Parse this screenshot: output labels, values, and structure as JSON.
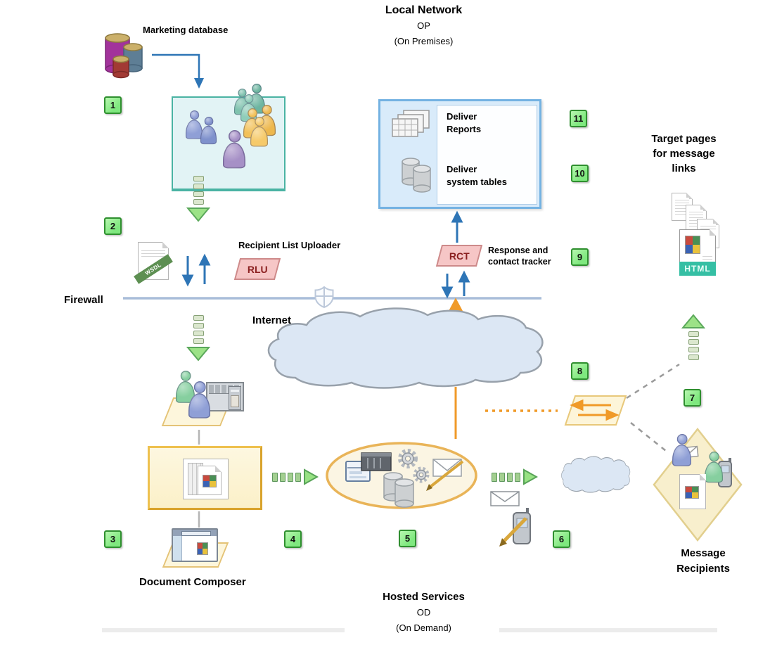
{
  "zones": {
    "local_network": {
      "title": "Local Network",
      "abbr": "OP",
      "subtitle": "(On Premises)"
    },
    "hosted_services": {
      "title": "Hosted Services",
      "abbr": "OD",
      "subtitle": "(On Demand)"
    },
    "firewall": "Firewall",
    "internet": "Internet"
  },
  "nodes": {
    "marketing_database": "Marketing database",
    "recipient_list_uploader": "Recipient List Uploader",
    "rlu_abbr": "RLU",
    "rct_abbr": "RCT",
    "response_tracker_line1": "Response and",
    "response_tracker_line2": "contact tracker",
    "deliver_reports_line1": "Deliver",
    "deliver_reports_line2": "Reports",
    "deliver_tables_line1": "Deliver",
    "deliver_tables_line2": "system tables",
    "target_pages_line1": "Target pages",
    "target_pages_line2": "for message",
    "target_pages_line3": "links",
    "document_composer": "Document Composer",
    "message_recipients_line1": "Message",
    "message_recipients_line2": "Recipients"
  },
  "files": {
    "wsdl_label": "WSDL",
    "html_label": "HTML"
  },
  "steps": [
    "1",
    "2",
    "3",
    "4",
    "5",
    "6",
    "7",
    "8",
    "9",
    "10",
    "11"
  ],
  "colors": {
    "step_fill": "#8fe88f",
    "step_border": "#2f8f2f",
    "teal_border": "#4ab3a3",
    "blue_border": "#74b2e2",
    "accent_orange": "#f09a28",
    "tag_pink": "#f6c6c6",
    "firewall_line": "#a9bdd9",
    "green_arrow": "#9ce287"
  }
}
